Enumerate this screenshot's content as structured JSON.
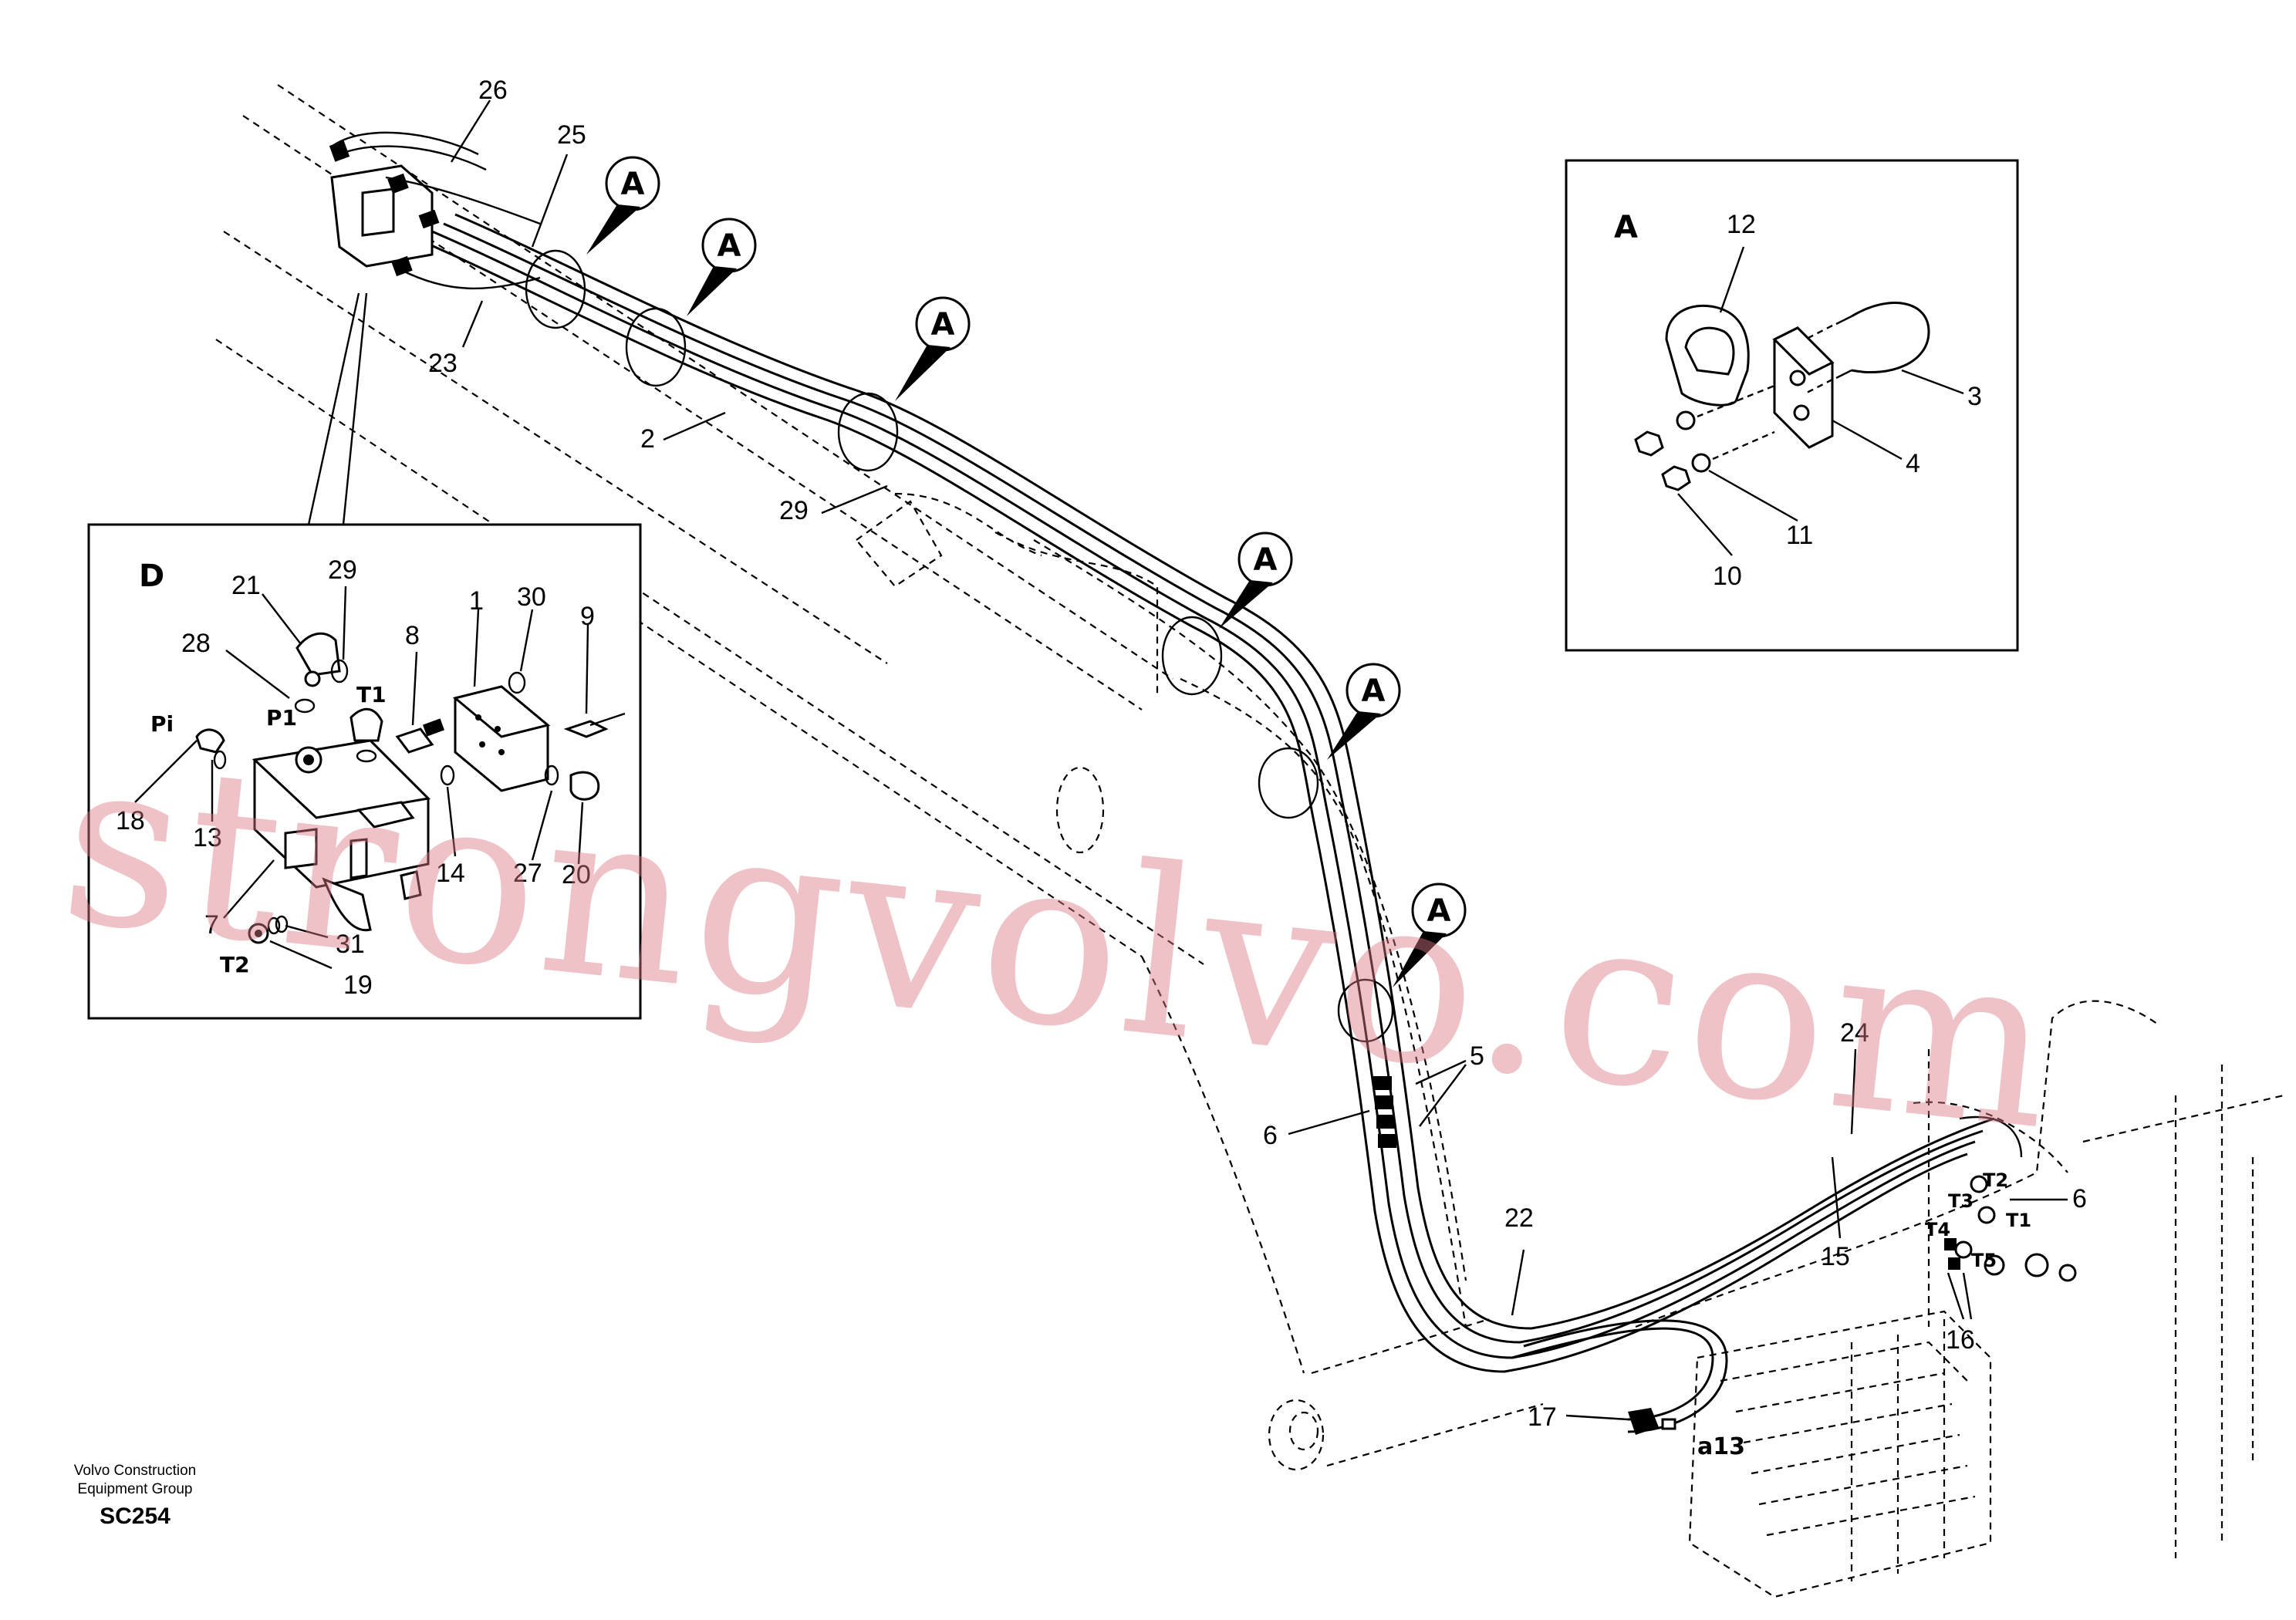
{
  "callout_letter": "A",
  "detail_d": {
    "title": "D",
    "labels": [
      "21",
      "29",
      "28",
      "8",
      "1",
      "30",
      "9",
      "Pi",
      "P1",
      "T1",
      "18",
      "13",
      "14",
      "27",
      "20",
      "7",
      "31",
      "T2",
      "19"
    ]
  },
  "detail_a": {
    "title": "A",
    "labels": [
      "12",
      "3",
      "4",
      "11",
      "10"
    ]
  },
  "main_labels": [
    "26",
    "25",
    "23",
    "2",
    "29",
    "5",
    "6",
    "22",
    "24",
    "15",
    "6",
    "16",
    "17",
    "T2",
    "T3",
    "T1",
    "T4",
    "T5",
    "a13"
  ],
  "watermark": "strongvolvo.com",
  "footer": {
    "line1": "Volvo Construction",
    "line2": "Equipment Group",
    "code": "SC254"
  }
}
